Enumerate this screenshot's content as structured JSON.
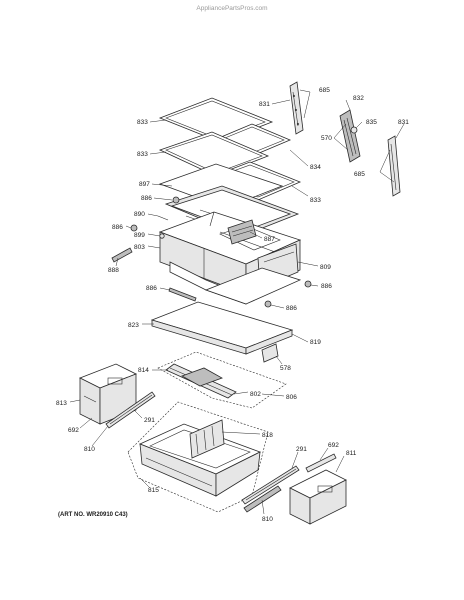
{
  "watermark": "AppliancePartsPros.com",
  "art_no": "(ART NO. WR20910 C43)",
  "labels": {
    "l831a": "831",
    "l685a": "685",
    "l832": "832",
    "l835": "835",
    "l831b": "831",
    "l570": "570",
    "l685b": "685",
    "l833a": "833",
    "l833b": "833",
    "l834": "834",
    "l833c": "833",
    "l897": "897",
    "l886a": "886",
    "l890": "890",
    "l886b": "886",
    "l887": "887",
    "l899": "899",
    "l803": "803",
    "l888": "888",
    "l809": "809",
    "l886c": "886",
    "l886d": "886",
    "l886e": "886",
    "l823": "823",
    "l819": "819",
    "l578": "578",
    "l814": "814",
    "l813": "813",
    "l802": "802",
    "l806": "806",
    "l692": "692",
    "l291a": "291",
    "l818": "818",
    "l810a": "810",
    "l291b": "291",
    "l692b": "692",
    "l811": "811",
    "l815": "815",
    "l810b": "810"
  }
}
